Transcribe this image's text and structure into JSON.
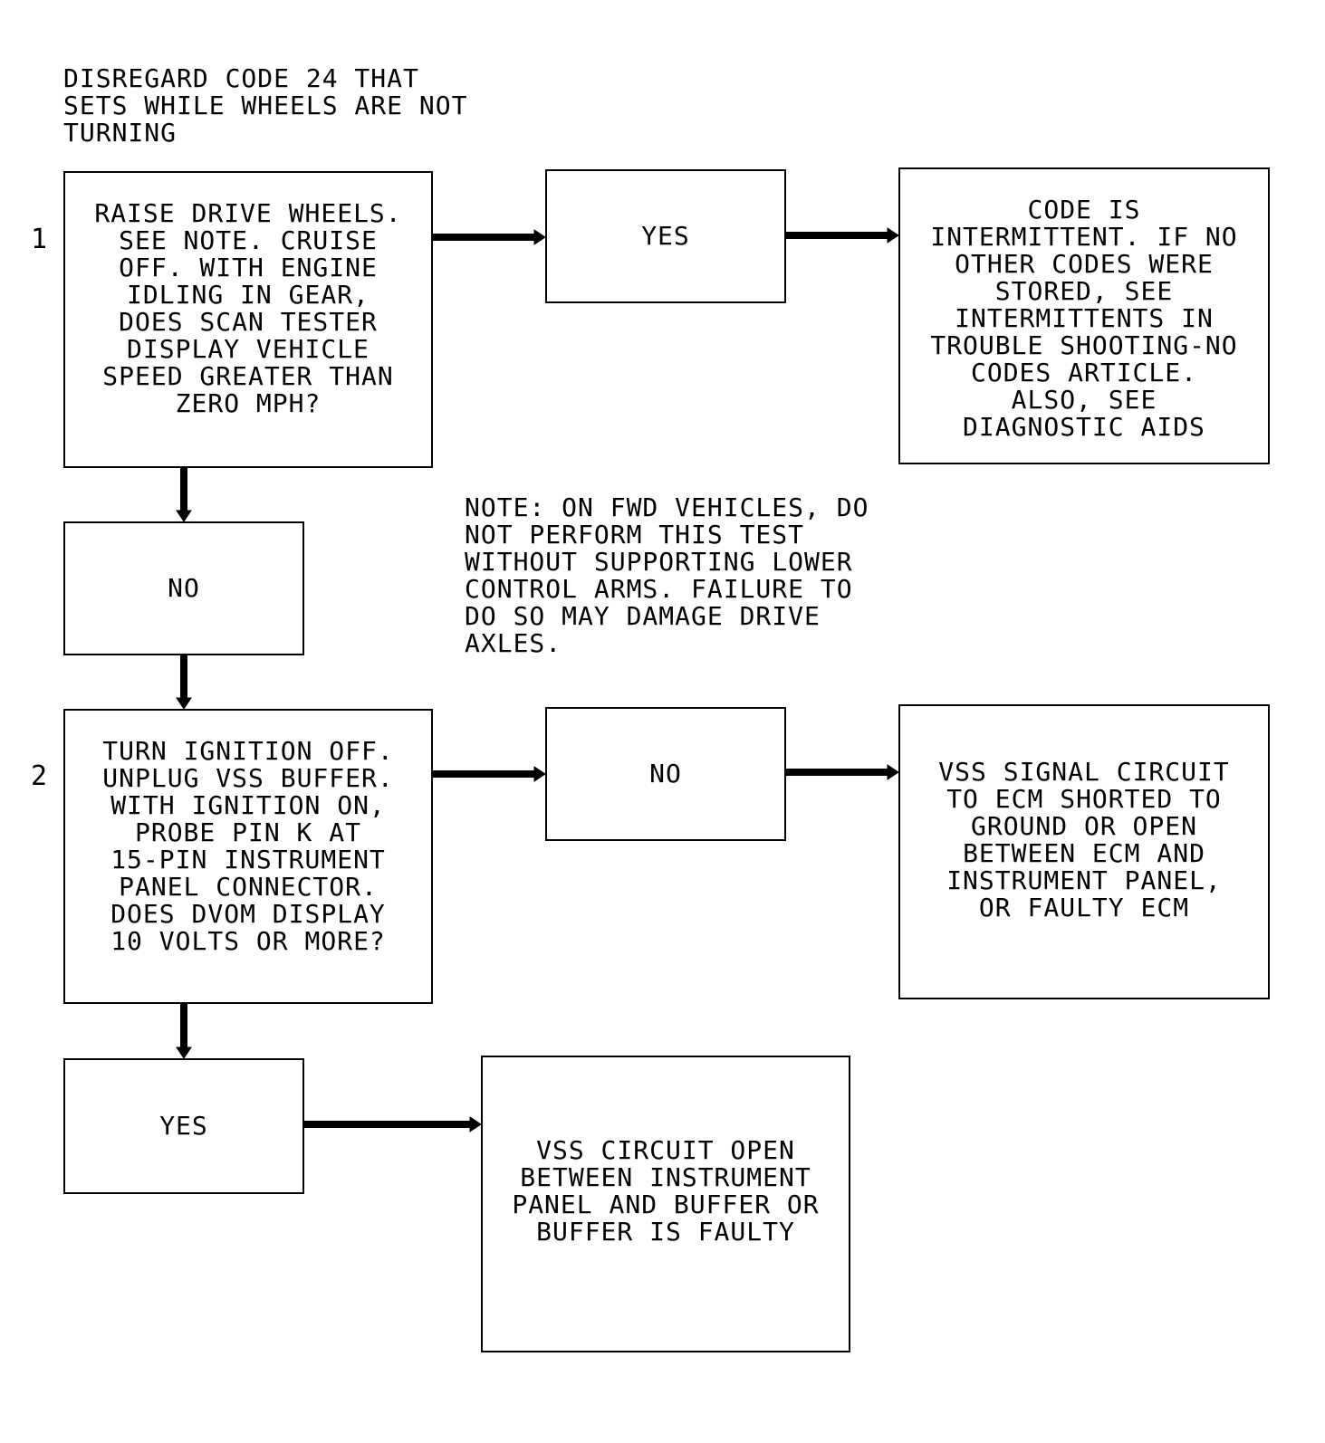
{
  "header_note": "DISREGARD CODE 24 THAT\nSETS WHILE WHEELS ARE NOT\nTURNING",
  "side_note": "NOTE: ON FWD VEHICLES, DO\nNOT PERFORM THIS TEST\nWITHOUT SUPPORTING LOWER\nCONTROL ARMS. FAILURE TO\nDO SO MAY DAMAGE DRIVE\nAXLES.",
  "step1": {
    "number": "1",
    "question": "RAISE DRIVE WHEELS.\nSEE NOTE. CRUISE\nOFF. WITH ENGINE\nIDLING IN GEAR,\nDOES SCAN TESTER\nDISPLAY VEHICLE\nSPEED GREATER THAN\nZERO MPH?",
    "yes_label": "YES",
    "yes_result": "CODE IS\nINTERMITTENT. IF NO\nOTHER CODES WERE\nSTORED, SEE\nINTERMITTENTS IN\nTROUBLE SHOOTING-NO\nCODES ARTICLE.\nALSO, SEE\nDIAGNOSTIC AIDS",
    "no_label": "NO"
  },
  "step2": {
    "number": "2",
    "question": "TURN IGNITION OFF.\nUNPLUG VSS BUFFER.\nWITH IGNITION ON,\nPROBE PIN K AT\n15-PIN INSTRUMENT\nPANEL CONNECTOR.\nDOES DVOM DISPLAY\n10 VOLTS OR MORE?",
    "no_label": "NO",
    "no_result": "VSS SIGNAL CIRCUIT\nTO ECM SHORTED TO\nGROUND OR OPEN\nBETWEEN ECM AND\nINSTRUMENT PANEL,\nOR FAULTY ECM",
    "yes_label": "YES",
    "yes_result": "VSS CIRCUIT OPEN\nBETWEEN INSTRUMENT\nPANEL AND BUFFER OR\nBUFFER IS FAULTY"
  }
}
